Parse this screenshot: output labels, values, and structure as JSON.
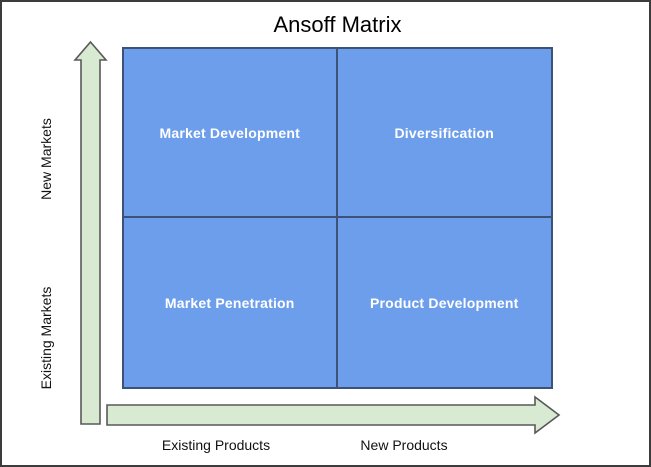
{
  "title": "Ansoff Matrix",
  "matrix": {
    "quadrants": [
      {
        "position": "top-left",
        "label": "Market Development"
      },
      {
        "position": "top-right",
        "label": "Diversification"
      },
      {
        "position": "bottom-left",
        "label": "Market Penetration"
      },
      {
        "position": "bottom-right",
        "label": "Product Development"
      }
    ]
  },
  "y_axis": {
    "top_label": "New Markets",
    "bottom_label": "Existing Markets"
  },
  "x_axis": {
    "left_label": "Existing Products",
    "right_label": "New Products"
  },
  "colors": {
    "quadrant_fill": "#6d9eeb",
    "quadrant_border": "#3d5277",
    "arrow_fill": "#d9ead3",
    "arrow_border": "#595959",
    "quadrant_text": "#ffffff",
    "text": "#000000",
    "frame_border": "#3c3c3c"
  }
}
